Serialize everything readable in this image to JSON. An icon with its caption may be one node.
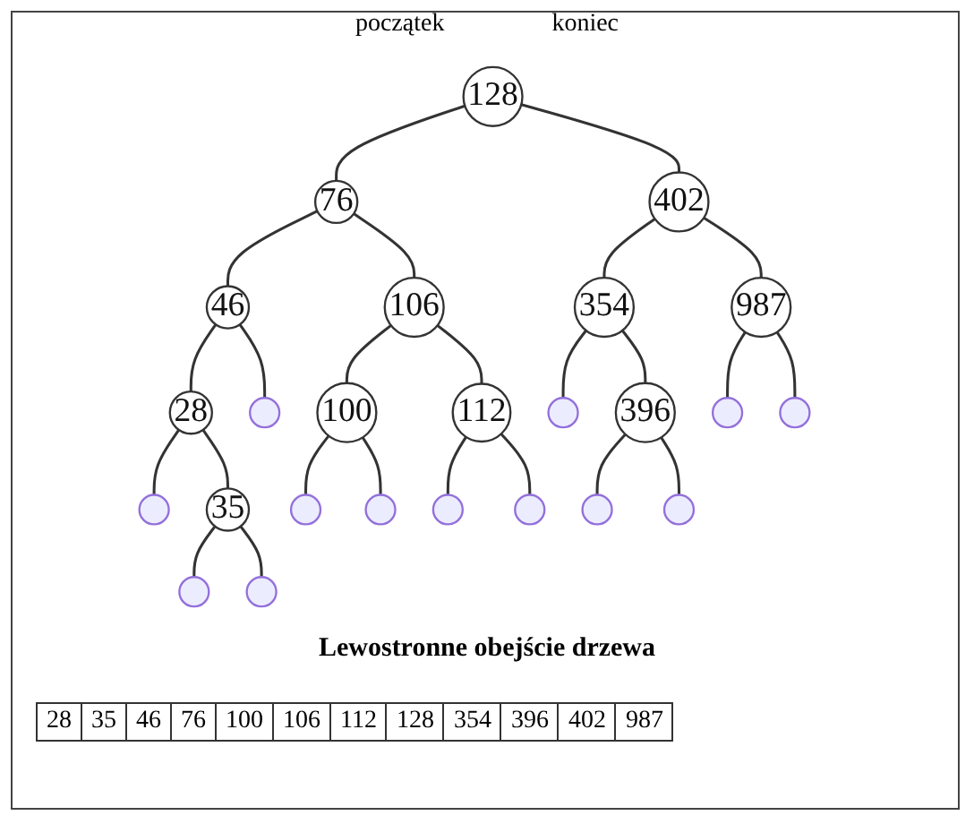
{
  "diagram": {
    "caption": "Lewostronne obejście drzewa",
    "nodes": [
      {
        "text": [
          "128"
        ]
      },
      {
        "text": [
          "76"
        ]
      },
      {
        "text": [
          "402"
        ]
      },
      {
        "text": [
          "46"
        ]
      },
      {
        "text": [
          "106"
        ]
      },
      {
        "text": [
          "354"
        ]
      },
      {
        "text": [
          "987"
        ]
      },
      {
        "text": [
          "28"
        ]
      },
      {
        "text": [],
        "shape": "dot"
      },
      {
        "text": [
          "100"
        ]
      },
      {
        "text": [
          "112"
        ]
      },
      {
        "text": [],
        "shape": "dot"
      },
      {
        "text": [
          "396"
        ]
      },
      {
        "text": [],
        "shape": "dot"
      },
      {
        "text": [],
        "shape": "dot"
      },
      {
        "text": [],
        "shape": "dot"
      },
      {
        "text": [
          "35"
        ]
      },
      {
        "text": [],
        "shape": "dot"
      },
      {
        "text": [],
        "shape": "dot"
      },
      {
        "text": [],
        "shape": "dot"
      },
      {
        "text": [],
        "shape": "dot"
      },
      {
        "text": [],
        "shape": "dot"
      },
      {
        "text": [],
        "shape": "dot"
      },
      {
        "text": [],
        "shape": "dot"
      },
      {
        "text": [],
        "shape": "dot"
      }
    ],
    "edges": [
      {
        "from": 0,
        "to": 1,
        "arrow": "none"
      },
      {
        "from": 0,
        "to": 2,
        "arrow": "none"
      },
      {
        "from": 1,
        "to": 3,
        "arrow": "none"
      },
      {
        "from": 1,
        "to": 4,
        "arrow": "none"
      },
      {
        "from": 2,
        "to": 5,
        "arrow": "none"
      },
      {
        "from": 2,
        "to": 6,
        "arrow": "none"
      },
      {
        "from": 3,
        "to": 7,
        "arrow": "none"
      },
      {
        "from": 3,
        "to": 8,
        "arrow": "none"
      },
      {
        "from": 4,
        "to": 9,
        "arrow": "none"
      },
      {
        "from": 4,
        "to": 10,
        "arrow": "none"
      },
      {
        "from": 5,
        "to": 11,
        "arrow": "none"
      },
      {
        "from": 5,
        "to": 12,
        "arrow": "none"
      },
      {
        "from": 6,
        "to": 13,
        "arrow": "none"
      },
      {
        "from": 6,
        "to": 14,
        "arrow": "none"
      },
      {
        "from": 7,
        "to": 15,
        "arrow": "none"
      },
      {
        "from": 7,
        "to": 16,
        "arrow": "none"
      },
      {
        "from": 9,
        "to": 17,
        "arrow": "none"
      },
      {
        "from": 9,
        "to": 18,
        "arrow": "none"
      },
      {
        "from": 10,
        "to": 19,
        "arrow": "none"
      },
      {
        "from": 10,
        "to": 20,
        "arrow": "none"
      },
      {
        "from": 12,
        "to": 21,
        "arrow": "none"
      },
      {
        "from": 12,
        "to": 22,
        "arrow": "none"
      },
      {
        "from": 16,
        "to": 23,
        "arrow": "none"
      },
      {
        "from": 16,
        "to": 24,
        "arrow": "none"
      }
    ],
    "labels": [
      "początek",
      "koniec",
      "28",
      "35",
      "46",
      "76",
      "100",
      "106",
      "112",
      "128",
      "354",
      "396",
      "402",
      "987"
    ]
  }
}
